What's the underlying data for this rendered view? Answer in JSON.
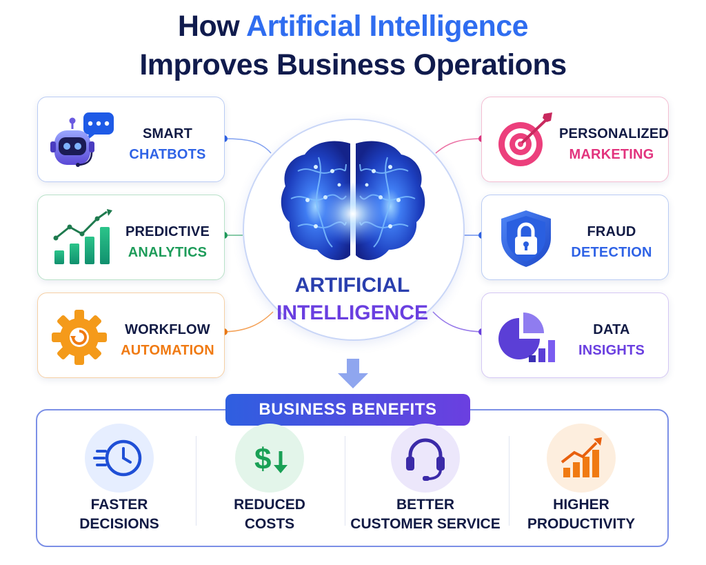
{
  "title": {
    "line1_pre": "How ",
    "line1_accent": "Artificial Intelligence",
    "line2": "Improves Business Operations"
  },
  "center": {
    "line1": "ARTIFICIAL",
    "line2": "INTELLIGENCE"
  },
  "cards": {
    "chatbots": {
      "line1": "SMART",
      "line2": "CHATBOTS",
      "icon": "chatbot-robot-icon",
      "color": "#2f63e6"
    },
    "analytics": {
      "line1": "PREDICTIVE",
      "line2": "ANALYTICS",
      "icon": "rising-bar-chart-icon",
      "color": "#1e9c5a"
    },
    "automation": {
      "line1": "WORKFLOW",
      "line2": "AUTOMATION",
      "icon": "gear-icon",
      "color": "#f07a12"
    },
    "marketing": {
      "line1": "PERSONALIZED",
      "line2": "MARKETING",
      "icon": "target-arrow-icon",
      "color": "#e2347e"
    },
    "fraud": {
      "line1": "FRAUD",
      "line2": "DETECTION",
      "icon": "shield-lock-icon",
      "color": "#2f63e6"
    },
    "insights": {
      "line1": "DATA",
      "line2": "INSIGHTS",
      "icon": "pie-bar-chart-icon",
      "color": "#6a3fe0"
    }
  },
  "benefits": {
    "heading": "BUSINESS BENEFITS",
    "items": [
      {
        "line1": "FASTER",
        "line2": "DECISIONS",
        "icon": "clock-speed-icon"
      },
      {
        "line1": "REDUCED",
        "line2": "COSTS",
        "icon": "dollar-down-icon"
      },
      {
        "line1": "BETTER",
        "line2": "CUSTOMER SERVICE",
        "icon": "headset-icon"
      },
      {
        "line1": "HIGHER",
        "line2": "PRODUCTIVITY",
        "icon": "growth-chart-icon"
      }
    ]
  }
}
